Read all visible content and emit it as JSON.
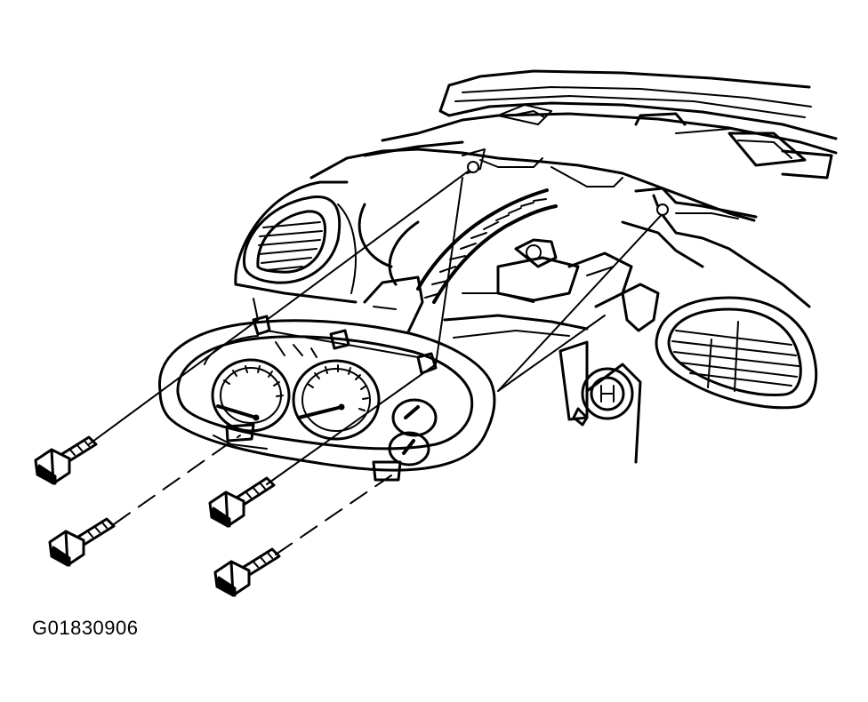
{
  "figure": {
    "id_label": "G01830906"
  },
  "parts": {
    "dashboard_panel": "dashboard-panel",
    "instrument_cluster": "instrument-cluster",
    "left_air_vent": "left-air-vent",
    "right_air_vent": "right-air-vent",
    "screws": [
      "screw-1",
      "screw-2",
      "screw-3",
      "screw-4"
    ]
  }
}
